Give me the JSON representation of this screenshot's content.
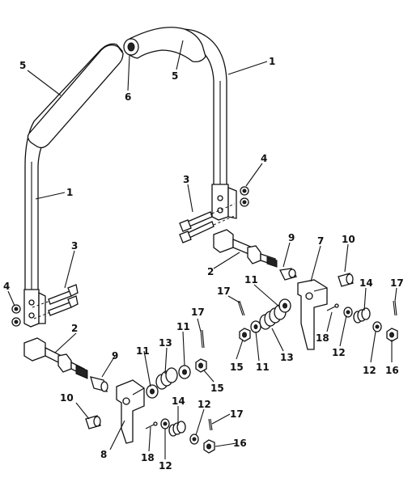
{
  "callouts": [
    {
      "id": "c-5a",
      "text": "5"
    },
    {
      "id": "c-6",
      "text": "6"
    },
    {
      "id": "c-5b",
      "text": "5"
    },
    {
      "id": "c-1a",
      "text": "1"
    },
    {
      "id": "c-1b",
      "text": "1"
    },
    {
      "id": "c-4a",
      "text": "4"
    },
    {
      "id": "c-3a",
      "text": "3"
    },
    {
      "id": "c-3b",
      "text": "3"
    },
    {
      "id": "c-4b",
      "text": "4"
    },
    {
      "id": "c-2a",
      "text": "2"
    },
    {
      "id": "c-9a",
      "text": "9"
    },
    {
      "id": "c-10a",
      "text": "10"
    },
    {
      "id": "c-7",
      "text": "7"
    },
    {
      "id": "c-11a",
      "text": "11"
    },
    {
      "id": "c-17a",
      "text": "17"
    },
    {
      "id": "c-14a",
      "text": "14"
    },
    {
      "id": "c-17b",
      "text": "17"
    },
    {
      "id": "c-18a",
      "text": "18"
    },
    {
      "id": "c-12a",
      "text": "12"
    },
    {
      "id": "c-15a",
      "text": "15"
    },
    {
      "id": "c-11b",
      "text": "11"
    },
    {
      "id": "c-13a",
      "text": "13"
    },
    {
      "id": "c-12b",
      "text": "12"
    },
    {
      "id": "c-16a",
      "text": "16"
    },
    {
      "id": "c-2b",
      "text": "2"
    },
    {
      "id": "c-17c",
      "text": "17"
    },
    {
      "id": "c-11c",
      "text": "11"
    },
    {
      "id": "c-13b",
      "text": "13"
    },
    {
      "id": "c-11d",
      "text": "11"
    },
    {
      "id": "c-9b",
      "text": "9"
    },
    {
      "id": "c-15b",
      "text": "15"
    },
    {
      "id": "c-10b",
      "text": "10"
    },
    {
      "id": "c-14b",
      "text": "14"
    },
    {
      "id": "c-12c",
      "text": "12"
    },
    {
      "id": "c-17d",
      "text": "17"
    },
    {
      "id": "c-8",
      "text": "8"
    },
    {
      "id": "c-18b",
      "text": "18"
    },
    {
      "id": "c-12d",
      "text": "12"
    },
    {
      "id": "c-16b",
      "text": "16"
    }
  ]
}
